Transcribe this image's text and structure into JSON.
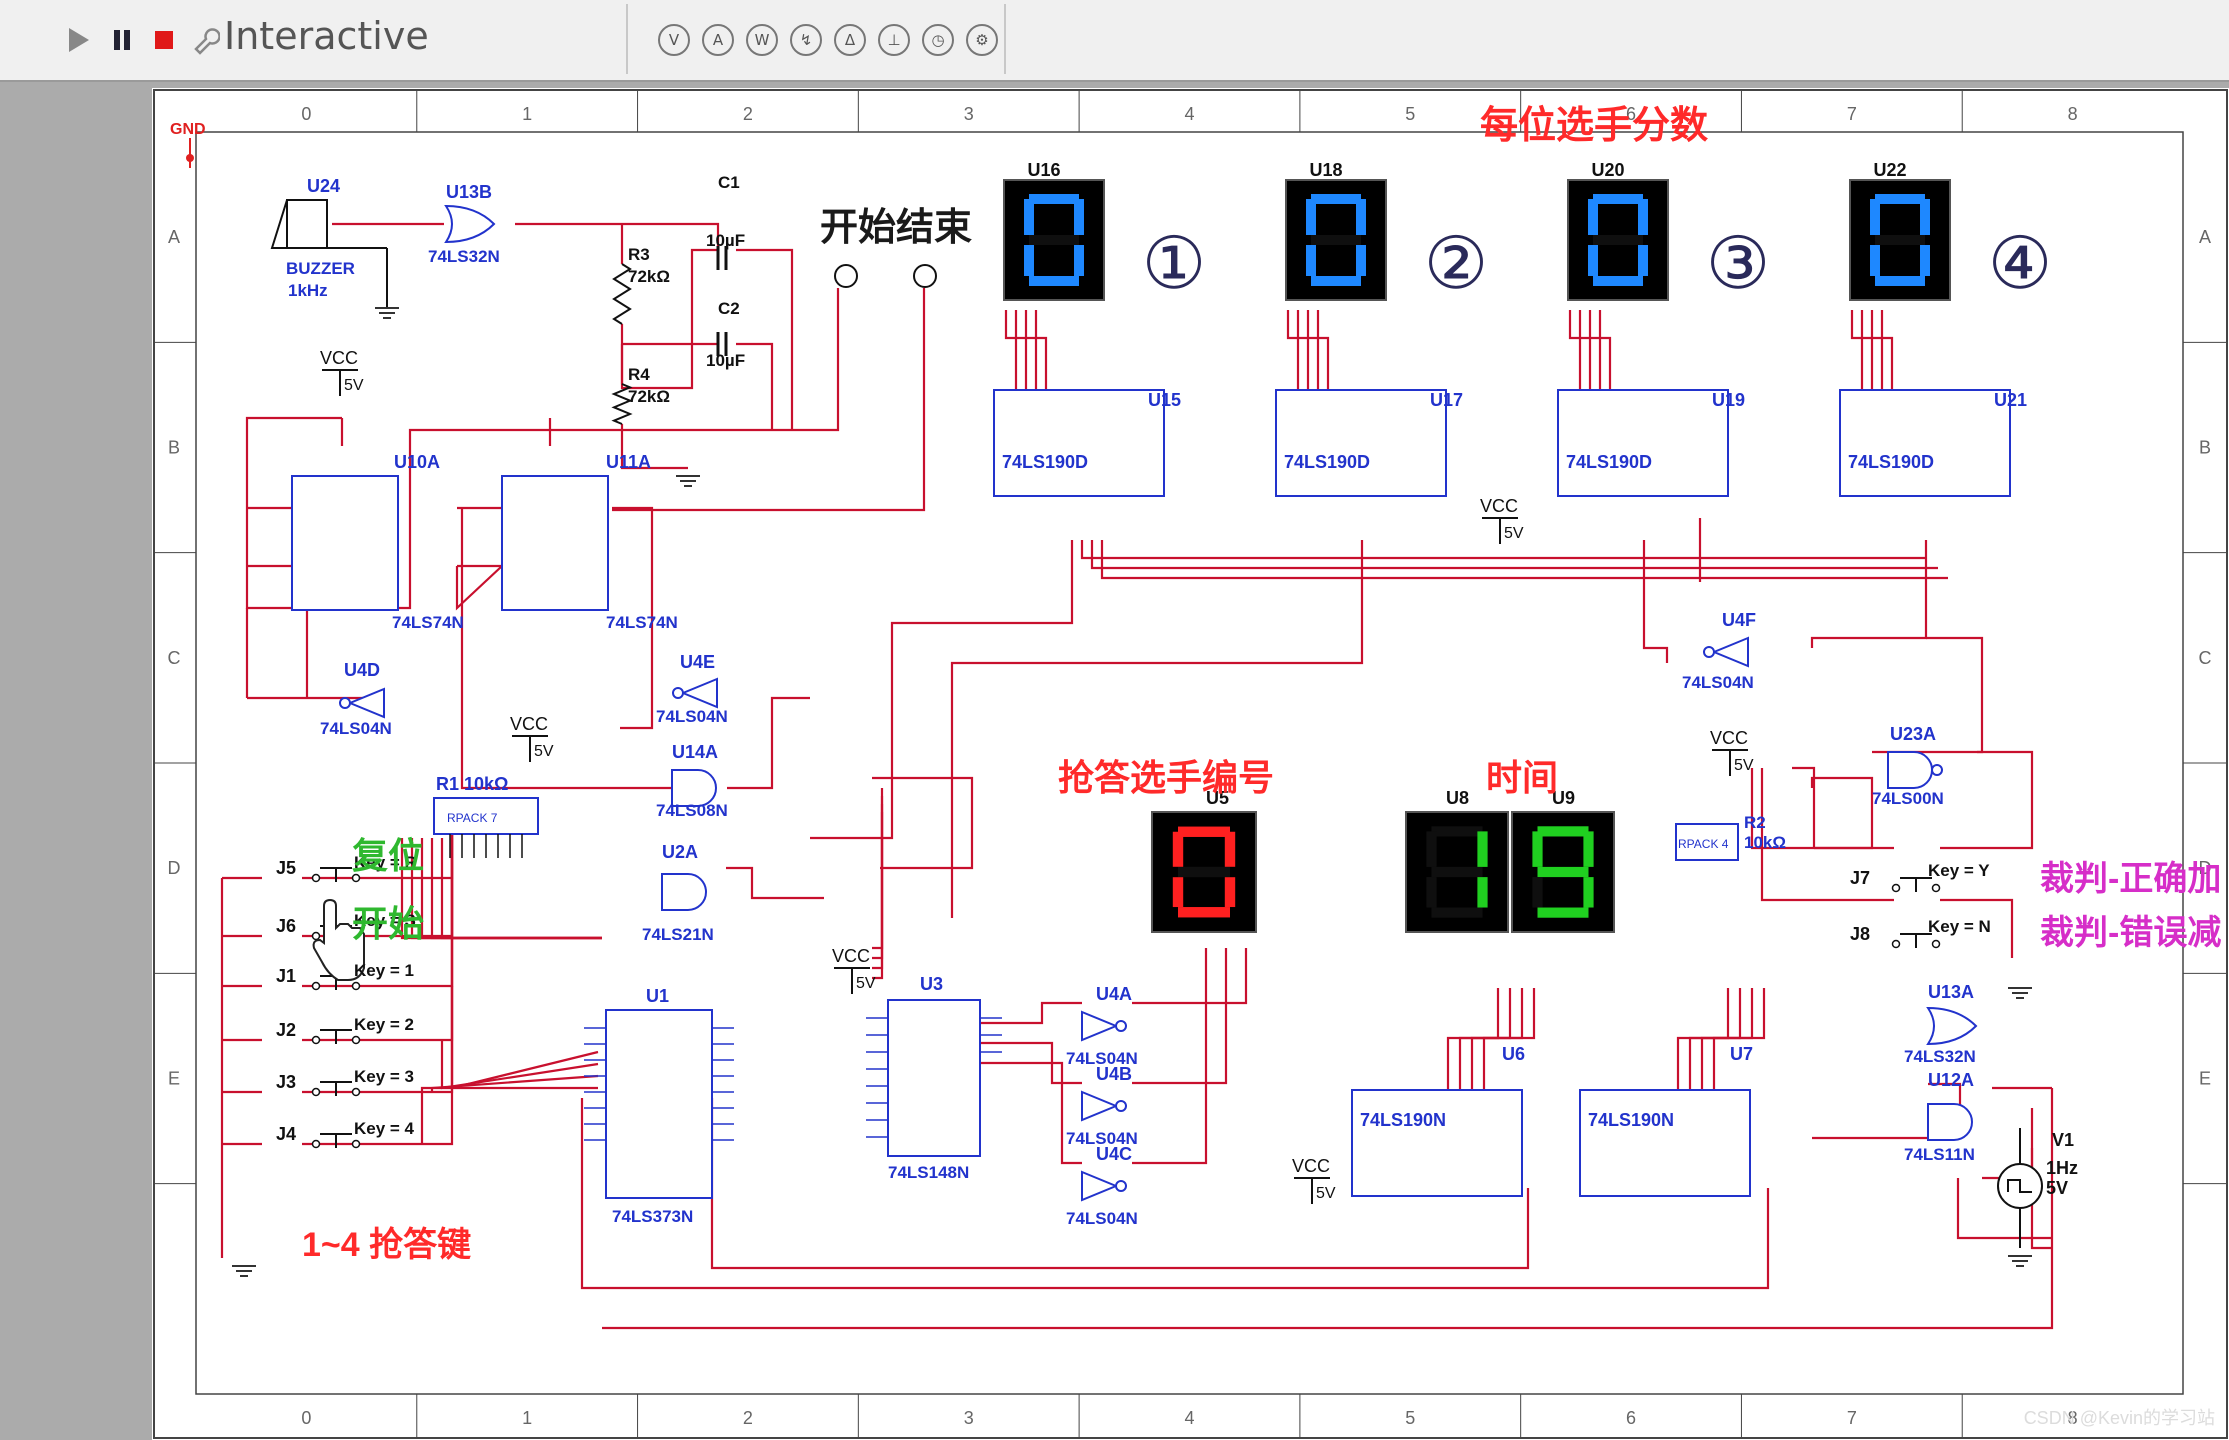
{
  "toolbar": {
    "mode": "Interactive",
    "buttons": [
      "play-icon",
      "pause-icon",
      "stop-icon",
      "wrench-icon"
    ],
    "probe_icons": [
      "voltmeter-probe-icon",
      "ammeter-probe-icon",
      "power-probe-icon",
      "digital-probe-icon",
      "diff-probe-icon",
      "voltage-reference-icon",
      "clock-probe-icon",
      "gear-icon"
    ]
  },
  "sheet": {
    "columns": [
      "0",
      "1",
      "2",
      "3",
      "4",
      "5",
      "6",
      "7",
      "8"
    ],
    "rows": [
      "A",
      "B",
      "C",
      "D",
      "E"
    ],
    "gnd": "GND"
  },
  "titles": {
    "scores": "每位选手分数",
    "start_end": "开始结束",
    "answer_id": "抢答选手编号",
    "time": "时间",
    "reset": "复位",
    "start": "开始",
    "keys": "1~4 抢答键",
    "judge_correct": "裁判-正确加",
    "judge_wrong": "裁判-错误减"
  },
  "circled": [
    "①",
    "②",
    "③",
    "④"
  ],
  "displays": {
    "scores": [
      {
        "ref": "U16",
        "digit": "0",
        "counter": "U15",
        "part": "74LS190D"
      },
      {
        "ref": "U18",
        "digit": "0",
        "counter": "U17",
        "part": "74LS190D"
      },
      {
        "ref": "U20",
        "digit": "0",
        "counter": "U19",
        "part": "74LS190D"
      },
      {
        "ref": "U22",
        "digit": "0",
        "counter": "U21",
        "part": "74LS190D"
      }
    ],
    "answer": {
      "ref": "U5",
      "digit": "0"
    },
    "timer": [
      {
        "ref": "U8",
        "digit": "1"
      },
      {
        "ref": "U9",
        "digit": "9"
      }
    ]
  },
  "components": {
    "u24": {
      "ref": "U24",
      "name": "BUZZER",
      "value": "1kHz"
    },
    "u13b": {
      "ref": "U13B",
      "part": "74LS32N"
    },
    "r3": {
      "ref": "R3",
      "value": "72kΩ"
    },
    "r4": {
      "ref": "R4",
      "value": "72kΩ"
    },
    "c1": {
      "ref": "C1",
      "value": "10µF"
    },
    "c2": {
      "ref": "C2",
      "value": "10µF"
    },
    "vcc": "VCC",
    "v5": "5V",
    "u10a": {
      "ref": "U10A",
      "part": "74LS74N"
    },
    "u11a": {
      "ref": "U11A",
      "part": "74LS74N"
    },
    "u4d": {
      "ref": "U4D",
      "part": "74LS04N"
    },
    "u4e": {
      "ref": "U4E",
      "part": "74LS04N"
    },
    "u14a": {
      "ref": "U14A",
      "part": "74LS08N"
    },
    "u2a": {
      "ref": "U2A",
      "part": "74LS21N"
    },
    "r1": {
      "ref": "R1",
      "value": "10kΩ",
      "pack": "RPACK 7"
    },
    "u1": {
      "ref": "U1",
      "part": "74LS373N"
    },
    "u3": {
      "ref": "U3",
      "part": "74LS148N"
    },
    "u4a": {
      "ref": "U4A",
      "part": "74LS04N"
    },
    "u4b": {
      "ref": "U4B",
      "part": "74LS04N"
    },
    "u4c": {
      "ref": "U4C",
      "part": "74LS04N"
    },
    "u6": {
      "ref": "U6",
      "part": "74LS190N"
    },
    "u7": {
      "ref": "U7",
      "part": "74LS190N"
    },
    "u13a": {
      "ref": "U13A",
      "part": "74LS32N"
    },
    "u12a": {
      "ref": "U12A",
      "part": "74LS11N"
    },
    "u23a": {
      "ref": "U23A",
      "part": "74LS00N"
    },
    "u4f": {
      "ref": "U4F",
      "part": "74LS04N"
    },
    "r2": {
      "ref": "R2",
      "value": "10kΩ",
      "pack": "RPACK 4"
    },
    "v1": {
      "ref": "V1",
      "value1": "1Hz",
      "value2": "5V"
    }
  },
  "switches": [
    {
      "ref": "J5",
      "key": "Key = R"
    },
    {
      "ref": "J6",
      "key": "Key = S"
    },
    {
      "ref": "J1",
      "key": "Key = 1"
    },
    {
      "ref": "J2",
      "key": "Key = 2"
    },
    {
      "ref": "J3",
      "key": "Key = 3"
    },
    {
      "ref": "J4",
      "key": "Key = 4"
    },
    {
      "ref": "J7",
      "key": "Key = Y"
    },
    {
      "ref": "J8",
      "key": "Key = N"
    }
  ],
  "watermark": "CSDN @Kevin的学习站",
  "colors": {
    "wire": "#c8102e",
    "part": "#2233cc",
    "score_seg": "#1e88ff",
    "answer_seg": "#ff2020",
    "timer_seg": "#20d020",
    "title_red": "#ff2a2a",
    "title_green": "#2fb82f",
    "title_magenta": "#d62ec8"
  }
}
